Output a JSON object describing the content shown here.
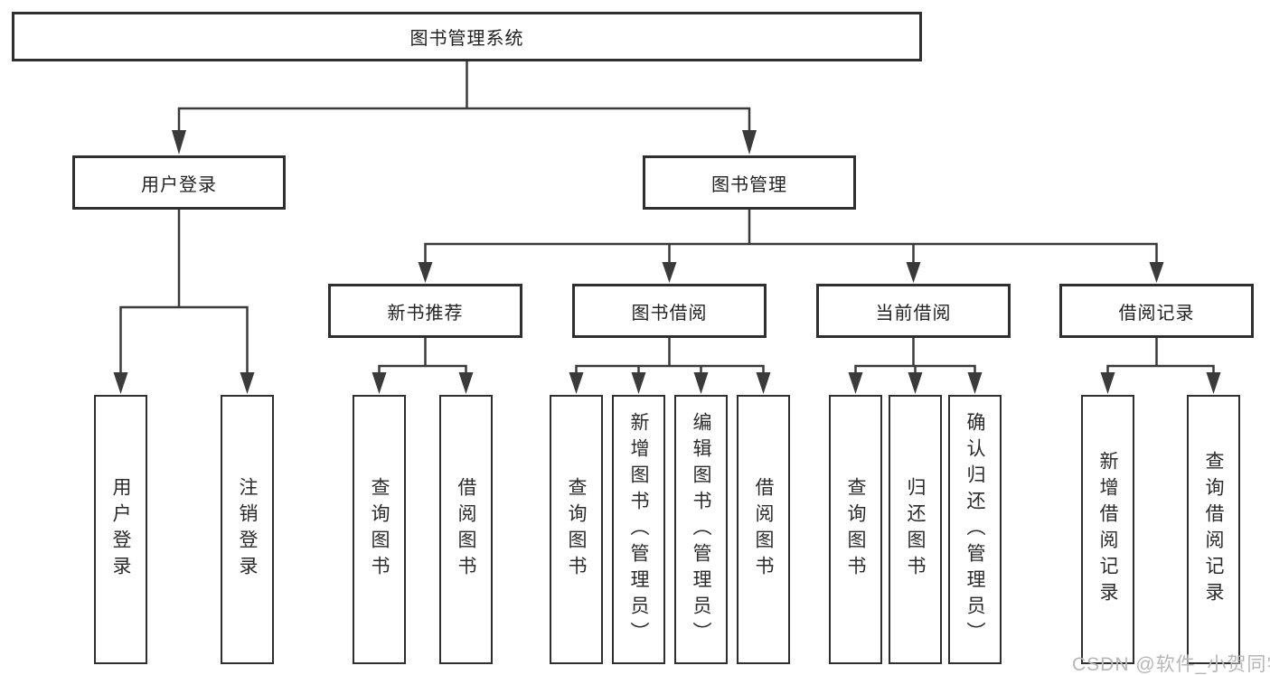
{
  "diagram": {
    "title": "图书管理系统",
    "root": {
      "label": "图书管理系统"
    },
    "level2": [
      {
        "id": "user-login",
        "label": "用户登录"
      },
      {
        "id": "book-management",
        "label": "图书管理"
      }
    ],
    "level3": [
      {
        "id": "new-book-recommend",
        "label": "新书推荐",
        "parent": "book-management"
      },
      {
        "id": "book-borrow",
        "label": "图书借阅",
        "parent": "book-management"
      },
      {
        "id": "current-borrow",
        "label": "当前借阅",
        "parent": "book-management"
      },
      {
        "id": "borrow-records",
        "label": "借阅记录",
        "parent": "book-management"
      }
    ],
    "leaves": [
      {
        "label": "用户登录",
        "parent": "user-login"
      },
      {
        "label": "注销登录",
        "parent": "user-login"
      },
      {
        "label": "查询图书",
        "parent": "new-book-recommend"
      },
      {
        "label": "借阅图书",
        "parent": "new-book-recommend"
      },
      {
        "label": "查询图书",
        "parent": "book-borrow"
      },
      {
        "label": "新增图书（管理员）",
        "parent": "book-borrow"
      },
      {
        "label": "编辑图书（管理员）",
        "parent": "book-borrow"
      },
      {
        "label": "借阅图书",
        "parent": "book-borrow"
      },
      {
        "label": "查询图书",
        "parent": "current-borrow"
      },
      {
        "label": "归还图书",
        "parent": "current-borrow"
      },
      {
        "label": "确认归还（管理员）",
        "parent": "current-borrow"
      },
      {
        "label": "新增借阅记录",
        "parent": "borrow-records"
      },
      {
        "label": "查询借阅记录",
        "parent": "borrow-records"
      }
    ]
  },
  "watermark": {
    "text": "CSDN @软件_小贺同学"
  },
  "colors": {
    "background": "#ffffff",
    "box_border": "#2f2f2f",
    "line": "#3a3a3a",
    "text": "#222222",
    "watermark": "#b7b7b7"
  }
}
